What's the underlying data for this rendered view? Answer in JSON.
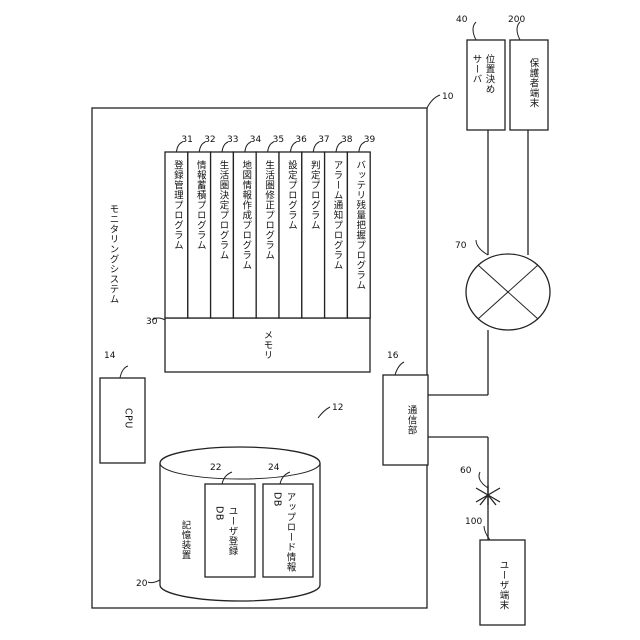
{
  "system": {
    "ref": "10",
    "label": "モニタリングシステム"
  },
  "bus": {
    "ref": "12"
  },
  "cpu": {
    "ref": "14",
    "label": "CPU"
  },
  "comm": {
    "ref": "16",
    "label": "通信部"
  },
  "storage": {
    "ref": "20",
    "label": "記憶装置"
  },
  "db_user": {
    "ref": "22",
    "label": "ユーザ登録\nDB"
  },
  "db_upload": {
    "ref": "24",
    "label": "アップロード情報\nDB"
  },
  "memory": {
    "ref": "30",
    "label": "メモリ"
  },
  "programs": [
    {
      "ref": "31",
      "label": "登録管理プログラム"
    },
    {
      "ref": "32",
      "label": "情報蓄積プログラム"
    },
    {
      "ref": "33",
      "label": "生活圏決定プログラム"
    },
    {
      "ref": "34",
      "label": "地図情報作成プログラム"
    },
    {
      "ref": "35",
      "label": "生活圏修正プログラム"
    },
    {
      "ref": "36",
      "label": "設定プログラム"
    },
    {
      "ref": "37",
      "label": "判定プログラム"
    },
    {
      "ref": "38",
      "label": "アラーム通知プログラム"
    },
    {
      "ref": "39",
      "label": "バッテリ残量把握プログラム"
    }
  ],
  "position_server": {
    "ref": "40",
    "label": "位置決め\nサーバ"
  },
  "guardian_terminal": {
    "ref": "200",
    "label": "保護者端末"
  },
  "network": {
    "ref": "70"
  },
  "antenna": {
    "ref": "60"
  },
  "user_terminal": {
    "ref": "100",
    "label": "ユーザ端末"
  }
}
